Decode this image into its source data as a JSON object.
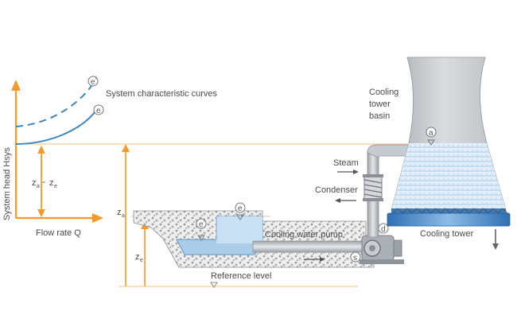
{
  "chart_area": {
    "y_axis_label": "System head Hsys",
    "x_axis_label": "Flow rate Q",
    "curves_label": "System characteristic curves",
    "curve_marker_primary": "e",
    "curve_marker_prime": "e",
    "prime_mark": "I",
    "head_difference_label": "z",
    "head_difference_sub_a": "a",
    "head_difference_sub_e": "e",
    "head_difference_minus": "-"
  },
  "plant": {
    "cooling_tower_basin_line1": "Cooling",
    "cooling_tower_basin_line2": "tower",
    "cooling_tower_basin_line3": "basin",
    "marker_a": "a",
    "steam_label": "Steam",
    "condenser_label": "Condenser",
    "cooling_tower_label": "Cooling tower",
    "marker_d": "d",
    "marker_s": "s",
    "pump_label": "Cooling water pump",
    "marker_e": "e",
    "marker_e_prime": "e",
    "reference_label": "Reference level",
    "za_label": "z",
    "za_sub": "a",
    "ze_label": "z",
    "ze_sub": "e"
  },
  "colors": {
    "accent_orange": "#f39a2a",
    "curve_blue": "#3c86c4",
    "water_light": "#cfe4f5",
    "water_mid": "#9fc7e8",
    "tower_gray": "#c9ccd0",
    "pipe_gray": "#b7bcc2",
    "text_gray": "#4a4a4a"
  }
}
